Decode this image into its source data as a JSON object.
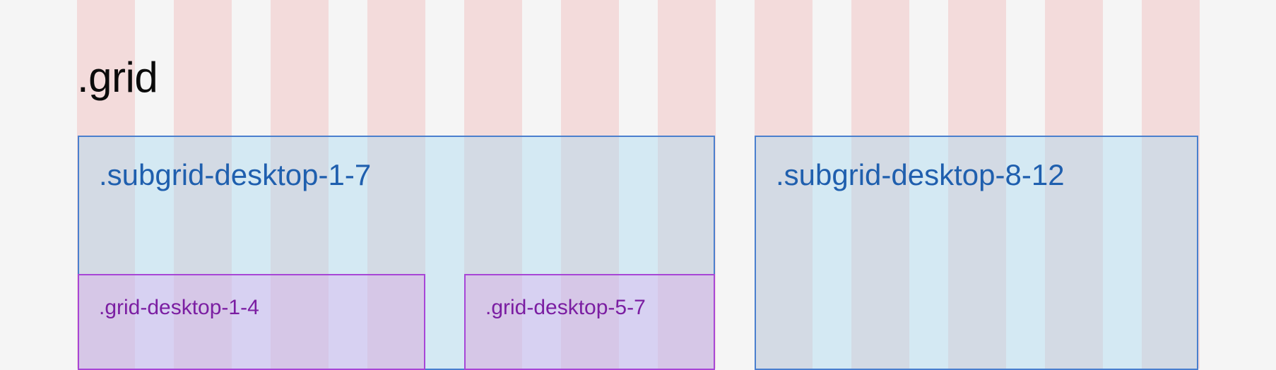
{
  "grid": {
    "label": ".grid",
    "column_count": 12,
    "column_color": "#f1b4b4"
  },
  "subgrids": [
    {
      "label": ".subgrid-desktop-1-7"
    },
    {
      "label": ".subgrid-desktop-8-12"
    }
  ],
  "nested": [
    {
      "label": ".grid-desktop-1-4"
    },
    {
      "label": ".grid-desktop-5-7"
    }
  ],
  "colors": {
    "background": "#f5f5f5",
    "subgrid_border": "#4a7fce",
    "subgrid_text": "#1f5fae",
    "nested_border": "#a746d6",
    "nested_text": "#7b1ea2"
  }
}
